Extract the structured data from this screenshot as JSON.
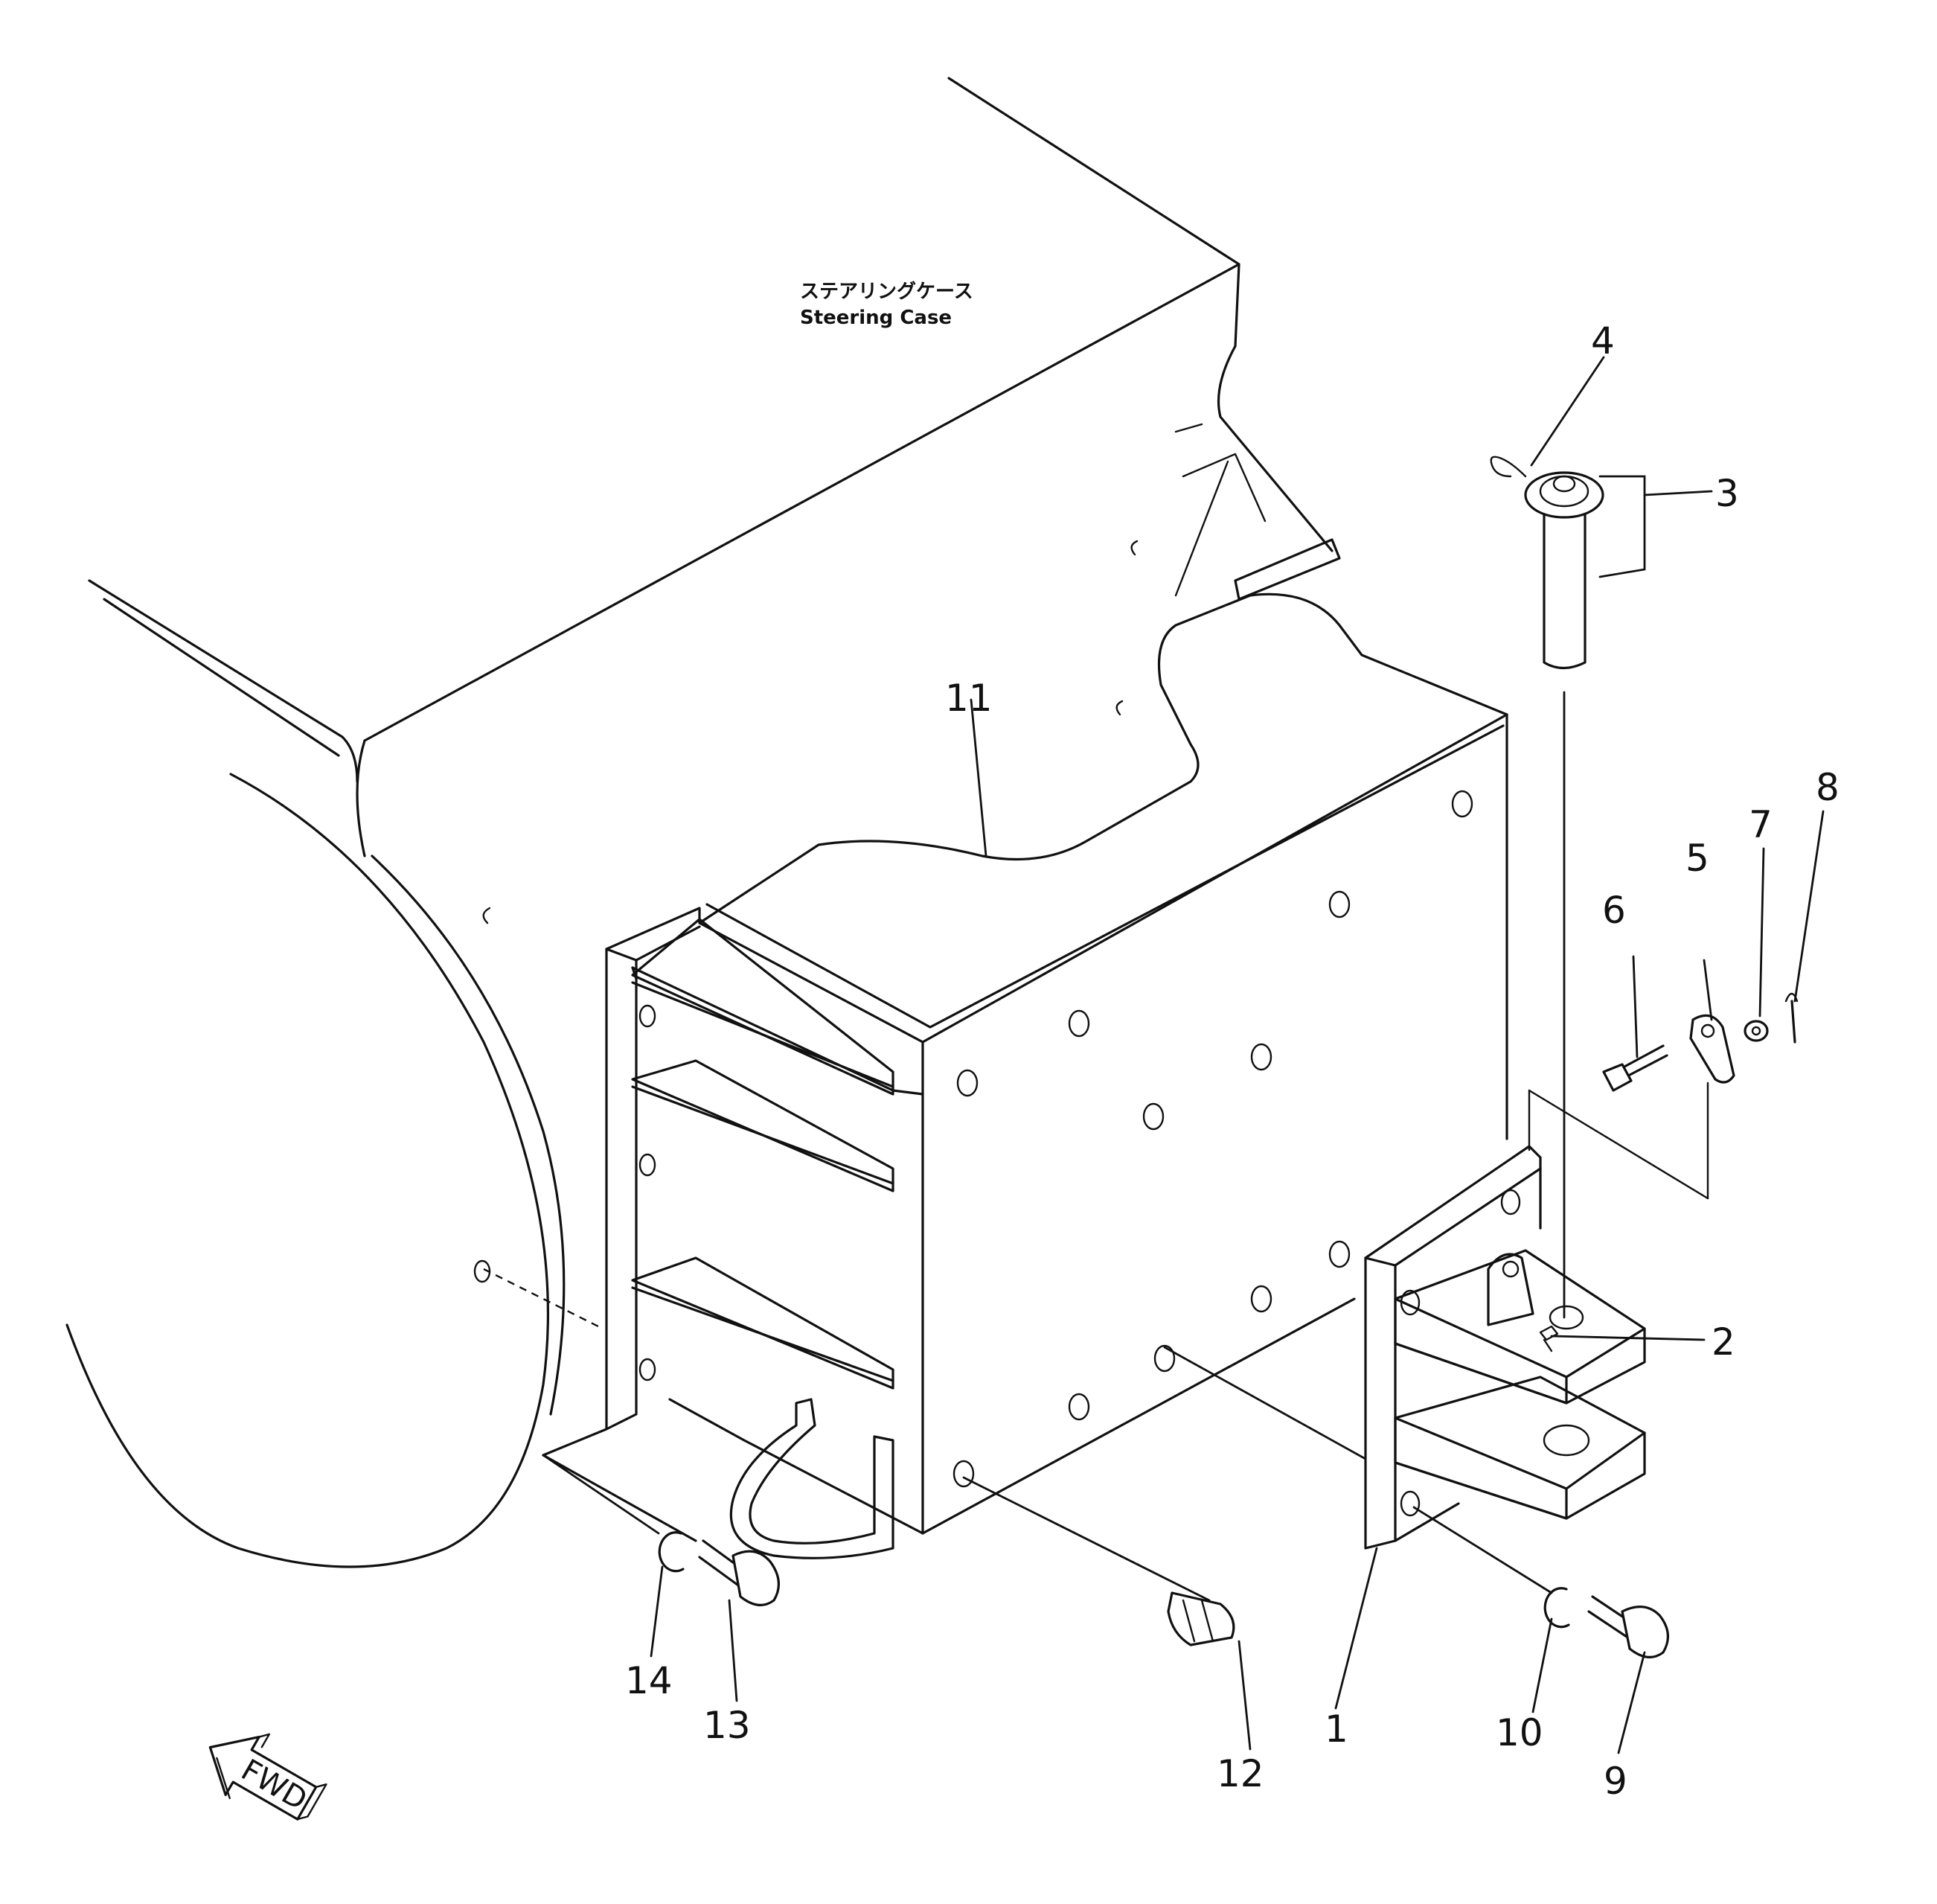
{
  "caption": {
    "japanese": "ステアリングケース",
    "english": "Steering Case"
  },
  "direction_marker": "FWD",
  "callouts": {
    "p1": "1",
    "p2": "2",
    "p3": "3",
    "p4": "4",
    "p5": "5",
    "p6": "6",
    "p7": "7",
    "p8": "8",
    "p9": "9",
    "p10": "10",
    "p11": "11",
    "p12": "12",
    "p13": "13",
    "p14": "14"
  }
}
